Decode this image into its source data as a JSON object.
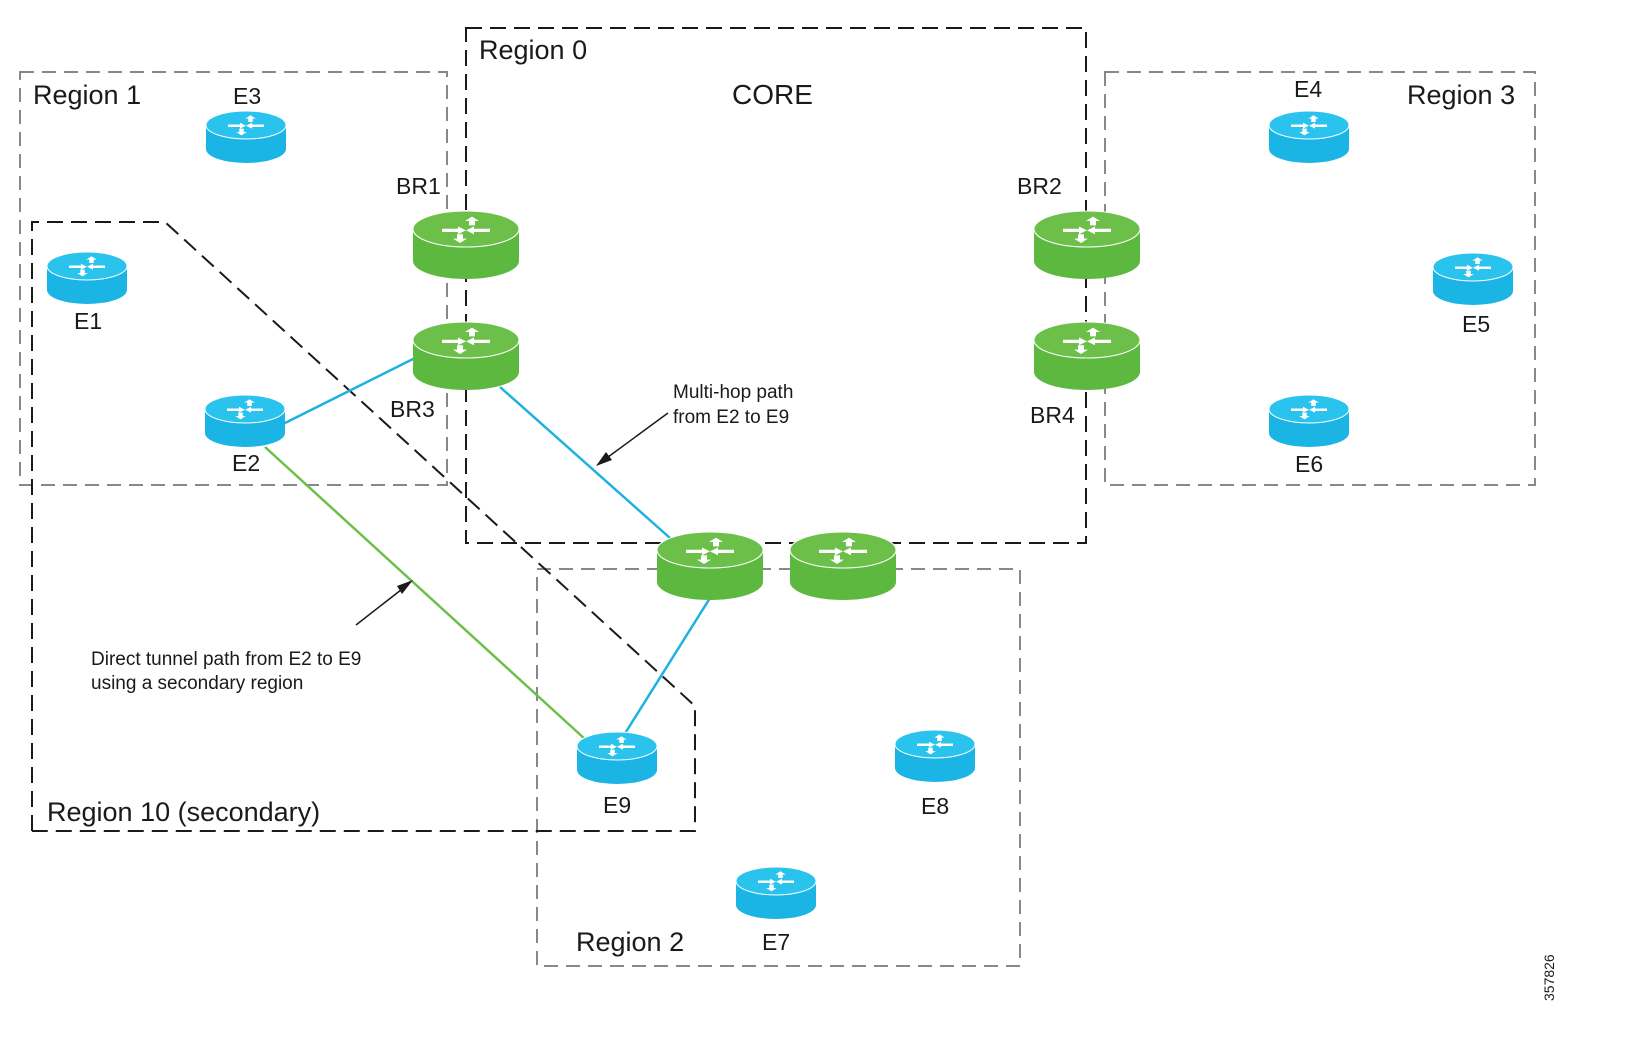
{
  "colors": {
    "edge_router": "#1bb5e5",
    "border_router": "#6cc04a",
    "multihop_path": "#1fb2e0",
    "direct_path": "#6cc04a",
    "region_border": "#888888",
    "region_emphasis": "#1a1a1a"
  },
  "regions": {
    "region0": "Region 0",
    "core": "CORE",
    "region1": "Region 1",
    "region2": "Region 2",
    "region3": "Region 3",
    "region10": "Region 10 (secondary)"
  },
  "routers": {
    "e1": "E1",
    "e2": "E2",
    "e3": "E3",
    "e4": "E4",
    "e5": "E5",
    "e6": "E6",
    "e7": "E7",
    "e8": "E8",
    "e9": "E9",
    "br1": "BR1",
    "br2": "BR2",
    "br3": "BR3",
    "br4": "BR4"
  },
  "annotations": {
    "multihop_line1": "Multi-hop path",
    "multihop_line2": "from E2 to E9",
    "direct_line1": "Direct tunnel path from E2 to E9",
    "direct_line2": "using a secondary region"
  },
  "figure_id": "357826",
  "icons": {
    "edge": "router-icon",
    "border": "router-icon"
  }
}
